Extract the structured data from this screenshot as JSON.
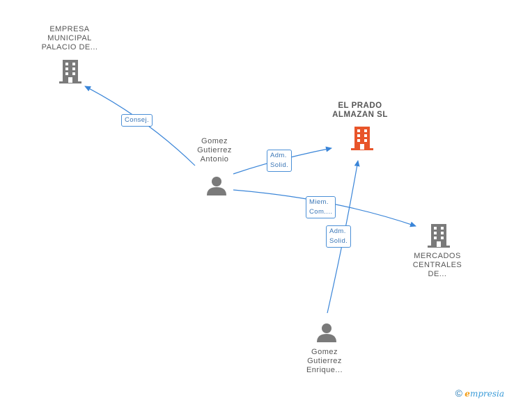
{
  "nodes": {
    "empresa_municipal": {
      "lines": [
        "EMPRESA",
        "MUNICIPAL",
        "PALACIO DE..."
      ]
    },
    "el_prado": {
      "lines": [
        "EL PRADO",
        "ALMAZAN SL"
      ]
    },
    "mercados": {
      "lines": [
        "MERCADOS",
        "CENTRALES",
        "DE..."
      ]
    },
    "gomez_antonio": {
      "lines": [
        "Gomez",
        "Gutierrez",
        "Antonio"
      ]
    },
    "gomez_enrique": {
      "lines": [
        "Gomez",
        "Gutierrez",
        "Enrique..."
      ]
    }
  },
  "edges": {
    "consej": {
      "lines": [
        "Consej."
      ]
    },
    "adm_solid_antonio": {
      "lines": [
        "Adm.",
        "Solid."
      ]
    },
    "miem_com": {
      "lines": [
        "Miem.",
        "Com...."
      ]
    },
    "adm_solid_enrique": {
      "lines": [
        "Adm.",
        "Solid."
      ]
    }
  },
  "footer": {
    "copyright": "©",
    "brand_initial": "e",
    "brand_rest": "mpresia"
  },
  "colors": {
    "building_gray": "#7a7a7a",
    "building_main": "#e8552a",
    "person_gray": "#7a7a7a",
    "edge_blue": "#3a85d8"
  }
}
